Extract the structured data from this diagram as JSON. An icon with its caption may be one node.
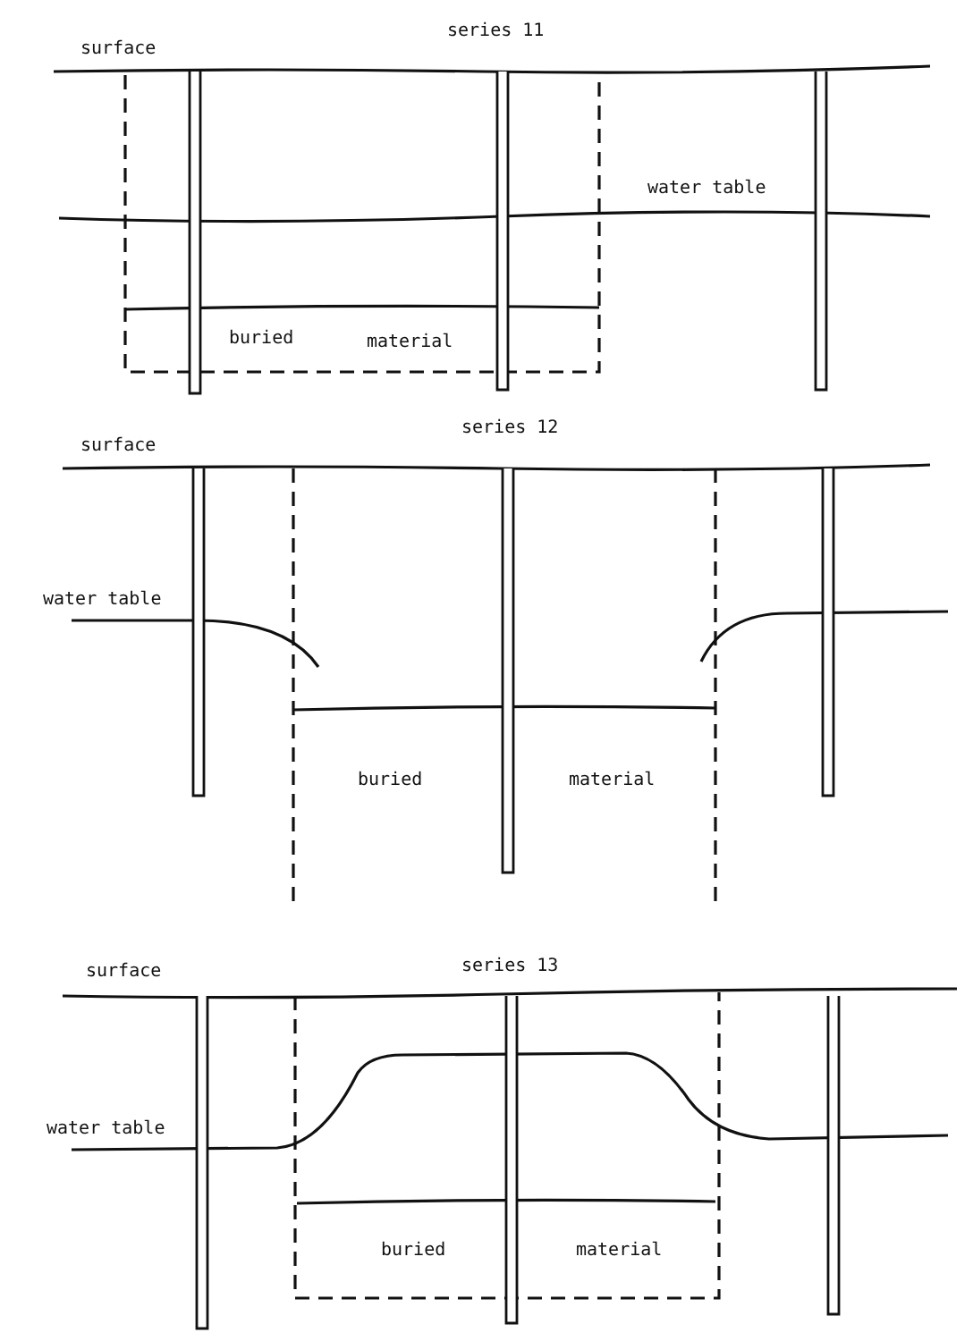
{
  "diagram": {
    "labels": [
      "series 11",
      "surface",
      "water table",
      "buried",
      "material",
      "series 12",
      "surface",
      "water table",
      "buried",
      "material",
      "surface",
      "series 13",
      "water table",
      "buried",
      "material"
    ]
  }
}
